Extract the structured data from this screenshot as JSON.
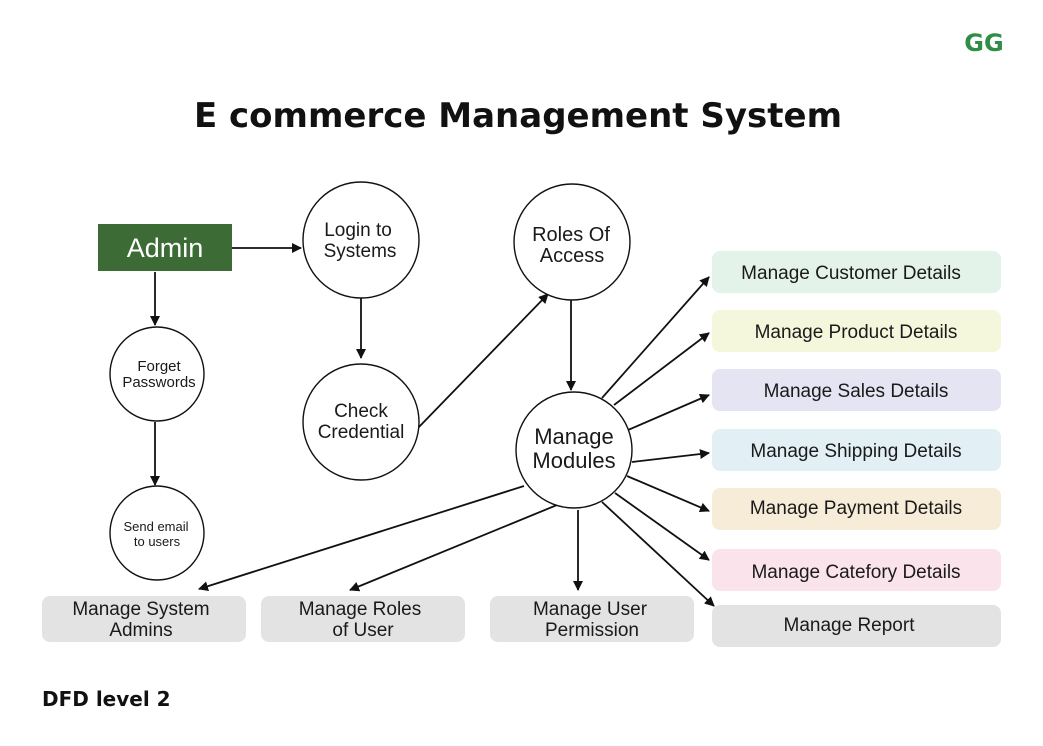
{
  "title": "E commerce Management System",
  "footer_label": "DFD level 2",
  "logo_text": "GG",
  "colors": {
    "admin_box": "#3d6b35",
    "logo": "#2f8d46",
    "customer": "#e3f3ea",
    "product": "#f5f7dc",
    "sales": "#e4e4f2",
    "shipping": "#e2f0f6",
    "payment": "#f6ecd8",
    "category": "#fae3ea",
    "gray": "#e3e3e3"
  },
  "nodes": {
    "admin": "Admin",
    "login": [
      "Login to",
      "Systems"
    ],
    "check": [
      "Check",
      "Credential"
    ],
    "roles_access": [
      "Roles Of",
      "Access"
    ],
    "forget": [
      "Forget",
      "Passwords"
    ],
    "send_email": [
      "Send email",
      "to users"
    ],
    "manage_modules": [
      "Manage",
      "Modules"
    ]
  },
  "modules": {
    "customer": "Manage Customer Details",
    "product": "Manage Product Details",
    "sales": "Manage Sales Details",
    "shipping": "Manage Shipping Details",
    "payment": "Manage Payment Details",
    "category": "Manage Catefory Details",
    "report": "Manage Report",
    "system_admins": [
      "Manage System",
      "Admins"
    ],
    "roles_user": [
      "Manage Roles",
      "of User"
    ],
    "user_permission": [
      "Manage User",
      "Permission"
    ]
  }
}
